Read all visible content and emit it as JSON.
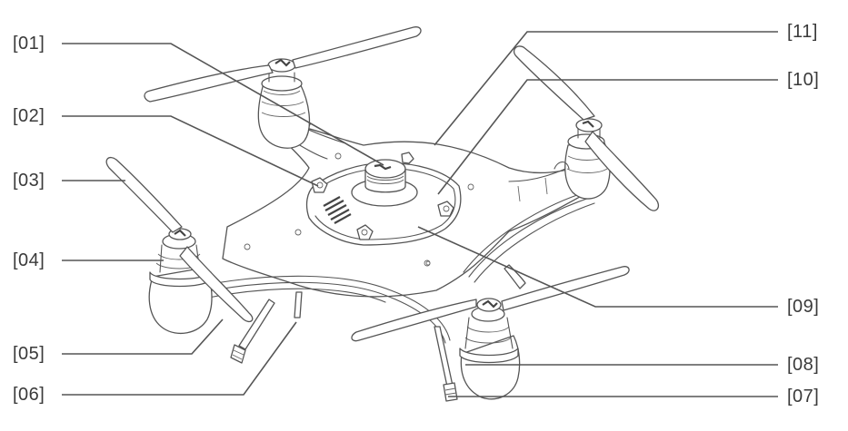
{
  "diagram": {
    "type": "product-parts-callout",
    "subject": "quadcopter drone",
    "callouts": [
      {
        "id": "01",
        "label": "[01]",
        "side": "left"
      },
      {
        "id": "02",
        "label": "[02]",
        "side": "left"
      },
      {
        "id": "03",
        "label": "[03]",
        "side": "left"
      },
      {
        "id": "04",
        "label": "[04]",
        "side": "left"
      },
      {
        "id": "05",
        "label": "[05]",
        "side": "left"
      },
      {
        "id": "06",
        "label": "[06]",
        "side": "left"
      },
      {
        "id": "07",
        "label": "[07]",
        "side": "right"
      },
      {
        "id": "08",
        "label": "[08]",
        "side": "right"
      },
      {
        "id": "09",
        "label": "[09]",
        "side": "right"
      },
      {
        "id": "10",
        "label": "[10]",
        "side": "right"
      },
      {
        "id": "11",
        "label": "[11]",
        "side": "right"
      }
    ],
    "colors": {
      "line": "#555555",
      "text": "#3a3a3a",
      "background": "#ffffff"
    }
  }
}
